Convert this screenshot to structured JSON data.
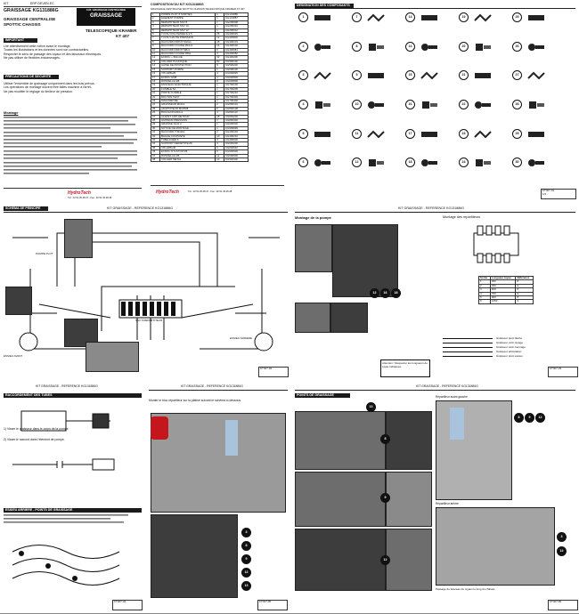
{
  "sheet1": {
    "tag_left": "KIT",
    "tag_mid": "ERP DEVEN.EC",
    "product_title": "GRAISSAGE  KG131886G",
    "brand_box": "GRAISSAGE",
    "brand_box_top": "CAT. GRAISSAGE CENTRALISEE",
    "subtitle_1": "GRAISSAGE CENTRALISE",
    "subtitle_2": "SPOTTIC CHASSIS",
    "machine_1": "TELESCOPIQUE KRAMER",
    "machine_2": "KT 407",
    "section_important": "IMPORTANT",
    "section_precautions": "PRECAUTIONS DE SECURITE",
    "section_montage": "Montage",
    "bullets_1": [
      "Lire attentivement cette notice avant le montage.",
      "Toutes les illustrations et les données sont non contractuelles.",
      "Respecter le sens de passage des tuyaux et des faisceaux électriques.",
      "Ne pas utiliser de flexibles endommagés."
    ],
    "bullets_2": [
      "Utiliser l'ensemble de graissage uniquement dans les buts prévus.",
      "Les opérations de montage doivent être faites machine à l'arrêt.",
      "Ne pas modifier le réglage du limiteur de pression."
    ],
    "footer_brand": "HydroTech",
    "footer_phone": "Tél : 02.51.45.48.47 - Fax : 02.51.45.48.48"
  },
  "sheet2": {
    "header": "DESIGNATION DES COMPOSANTS",
    "parts_count": 30,
    "ref": "KT407-01",
    "page": "1/2"
  },
  "table": {
    "header": "COMPOSITION DU KIT KG131886G",
    "subheader": "GRAISSAGE CENTRALISE SPOTTIC CHASSIS TELESCOPIQUE KRAMER KT 407",
    "rows": [
      [
        "1",
        "POMPE PLOT 8 SORTIES",
        "1",
        "KG131886"
      ],
      [
        "2",
        "ELEMENT POMPE",
        "1",
        "KG131887"
      ],
      [
        "3",
        "REPARTITEUR SSV 8",
        "1",
        "KG200008"
      ],
      [
        "4",
        "REPARTITEUR SSV 10",
        "1",
        "KG200010"
      ],
      [
        "5",
        "REPARTITEUR SSV 12",
        "1",
        "KG200012"
      ],
      [
        "6",
        "TUYAU POLYAMIDE 6x1.5",
        "25",
        "KG300615"
      ],
      [
        "7",
        "TUYAU HAUTE PRESSION",
        "12",
        "KG300800"
      ],
      [
        "8",
        "RACCORD DROIT M10x1",
        "18",
        "KG400101"
      ],
      [
        "9",
        "RACCORD COUDE M10x1",
        "14",
        "KG400102"
      ],
      [
        "10",
        "RACCORD DROIT M8x1",
        "6",
        "KG400081"
      ],
      [
        "11",
        "RACCORD COUDE M8x1",
        "4",
        "KG400082"
      ],
      [
        "12",
        "ECROU + BAGUE",
        "32",
        "KG400200"
      ],
      [
        "13",
        "COLLIER PLASTIQUE",
        "60",
        "KG500100"
      ],
      [
        "14",
        "GAINE DE PROTECTION",
        "5",
        "KG500200"
      ],
      [
        "15",
        "SUPPORT POMPE",
        "1",
        "KG600100"
      ],
      [
        "16",
        "VIS HM8x25",
        "4",
        "KG600825"
      ],
      [
        "17",
        "ECROU HM8",
        "4",
        "KG600800"
      ],
      [
        "18",
        "RONDELLE M8",
        "8",
        "KG600808"
      ],
      [
        "19",
        "FAISCEAU ELECTRIQUE",
        "1",
        "KG700100"
      ],
      [
        "20",
        "FUSIBLE 5A",
        "1",
        "KG700205"
      ],
      [
        "21",
        "PORTE FUSIBLE",
        "1",
        "KG700210"
      ],
      [
        "22",
        "BOUTON TEST",
        "1",
        "KG700300"
      ],
      [
        "23",
        "MANOMETRE",
        "1",
        "KG700400"
      ],
      [
        "24",
        "GRAISSEUR M10x1",
        "2",
        "KG800101"
      ],
      [
        "25",
        "ADAPTATEUR M10/M8",
        "6",
        "KG800108"
      ],
      [
        "26",
        "BOUCHON M10x1",
        "4",
        "KG800110"
      ],
      [
        "27",
        "CLAPET ANTI-RETOUR",
        "18",
        "KG800200"
      ],
      [
        "28",
        "LIMITEUR PRESSION",
        "1",
        "KG800300"
      ],
      [
        "29",
        "GRAISSE NLGI 2",
        "1",
        "KG900002"
      ],
      [
        "30",
        "NOTICE DE MONTAGE",
        "1",
        "KG999999"
      ],
      [
        "31",
        "RACCORD T M10x1",
        "2",
        "KG400103"
      ],
      [
        "32",
        "BAGUE COUPANTE",
        "10",
        "KG400210"
      ],
      [
        "33",
        "TUBE ACIER 6",
        "3",
        "KG300600"
      ],
      [
        "34",
        "SUPPORT REPARTITEUR",
        "3",
        "KG600200"
      ],
      [
        "35",
        "VIS HM6x40",
        "6",
        "KG600640"
      ],
      [
        "36",
        "ECROU NYLSTOP M6",
        "6",
        "KG600600"
      ],
      [
        "37",
        "RONDELLE M6",
        "12",
        "KG600606"
      ],
      [
        "38",
        "COLLIER METAL",
        "10",
        "KG500300"
      ]
    ]
  },
  "sheet4": {
    "header": "SCHEMA DE PRINCIPE",
    "title": "KIT GRAISSAGE - REFERENCE KG131886G",
    "label_pump": "POMPE PLOT",
    "label_sub": "SSV 8 REPARTITEUR",
    "label_front": "ESSIEU AVANT",
    "label_back": "ESSIEU ARRIERE",
    "ref": "KT407-02"
  },
  "sheet5": {
    "header": "KIT GRAISSAGE - REFERENCE KG131886G",
    "subtitle": "Montage de la pompe",
    "right_title": "Montage des repartiteurs",
    "table_headers": [
      "Sortie",
      "Longueur tuyau",
      "Référence"
    ],
    "table_rows": [
      [
        "1",
        "300",
        "8"
      ],
      [
        "2",
        "450",
        "9"
      ],
      [
        "3",
        "600",
        "8"
      ],
      [
        "4",
        "750",
        "9"
      ],
      [
        "5",
        "900",
        "8"
      ],
      [
        "6",
        "1050",
        "9"
      ]
    ],
    "legend": [
      "Graisseur pivot flèche",
      "Graisseur vérin levage",
      "Graisseur vérin bennage",
      "Graisseur articulation",
      "Graisseur pivot essieu"
    ],
    "note_box": "Attention ! Respecter les longueurs de tuyau indiquées.",
    "ref": "KT407-03"
  },
  "sheet7": {
    "header": "KIT GRAISSAGE - REFERENCE KG131886G",
    "section_1": "RACCORDEMENT DES TUBES",
    "section_2": "ESSIEU ARRIERE - POINTS DE GRAISSAGE",
    "note_1": "1) Visser le graisseur dans le corps de la pompe.",
    "note_2": "2) Visser le raccord dans l'élément de pompe.",
    "ref": "KT407-04"
  },
  "sheet8": {
    "header": "KIT GRAISSAGE - REFERENCE KG131886G",
    "note": "Monter le bloc répartiteur sur la platine suivant le schéma ci-dessous.",
    "ref": "KT407-05"
  },
  "sheet9": {
    "header": "POINTS DE GRAISSAGE",
    "header_right": "KIT GRAISSAGE - REFERENCE KG131886G",
    "caption_1": "Répartiteur avant gauche",
    "caption_2": "Répartiteur arrière",
    "caption_3": "Passage du faisceau de tuyaux le long du châssis",
    "ref": "KT407-06"
  }
}
